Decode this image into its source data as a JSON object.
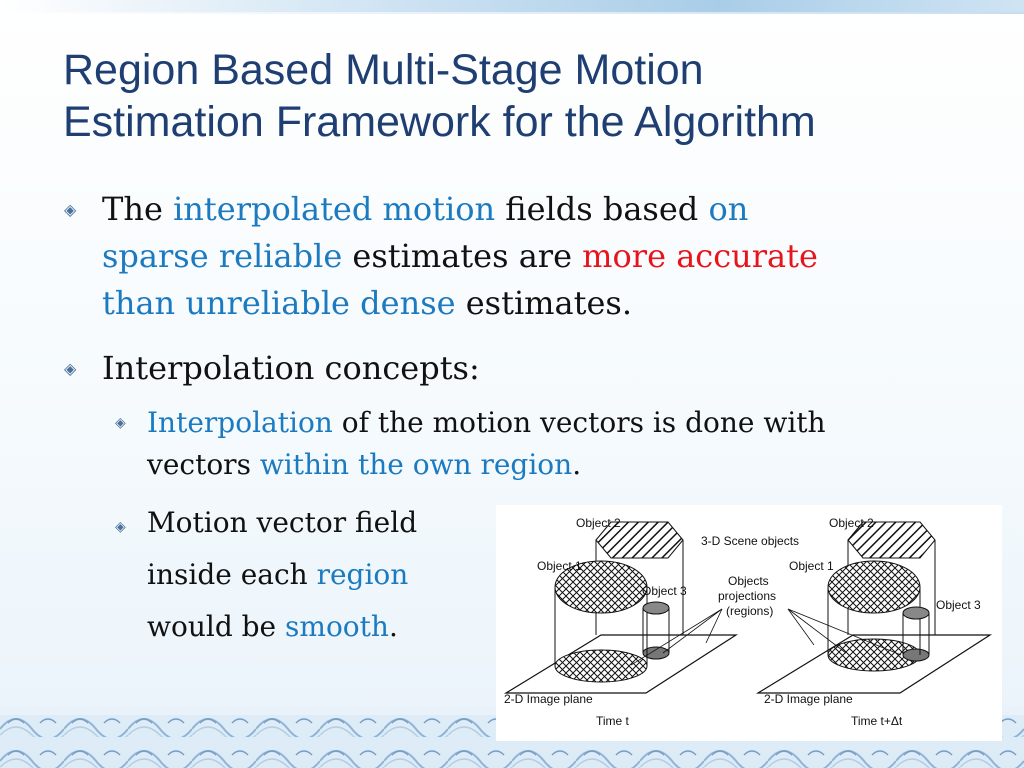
{
  "title": {
    "line1": "Region Based Multi-Stage Motion",
    "line2": "Estimation Framework for the Algorithm"
  },
  "bullets": {
    "first": {
      "seg1": "The ",
      "seg2": "interpolated motion",
      "seg3": " fields based ",
      "seg4": "on",
      "seg5": "sparse reliable",
      "seg6": " estimates are ",
      "seg7": "more accurate",
      "seg8": "than unreliable dense",
      "seg9": " estimates."
    },
    "second": {
      "text": "Interpolation concepts:"
    },
    "sub1": {
      "seg1": "Interpolation",
      "seg2": " of the motion vectors is done with",
      "seg3": "vectors ",
      "seg4": "within the own region",
      "seg5": "."
    },
    "sub2": {
      "line1": "Motion vector field",
      "line2a": "inside each ",
      "line2b": "region",
      "line3a": "would be ",
      "line3b": "smooth",
      "line3c": "."
    }
  },
  "figure": {
    "left": {
      "object2": "Object 2",
      "object1": "Object 1",
      "object3": "Object 3",
      "plane": "2-D Image plane",
      "time": "Time t"
    },
    "right": {
      "object2": "Object 2",
      "object1": "Object 1",
      "object3": "Object 3",
      "plane": "2-D Image plane",
      "time": "Time t+Δt"
    },
    "scene_label": "3-D Scene objects",
    "projections_line1": "Objects",
    "projections_line2": "projections",
    "projections_line3": "(regions)"
  },
  "colors": {
    "title": "#1f3f73",
    "highlight_blue": "#1b7ac0",
    "highlight_red": "#e8141b",
    "bullet": "#4a6f9b"
  },
  "icons": {
    "bullet": "diamond-bullet-icon",
    "footer": "wave-pattern"
  }
}
